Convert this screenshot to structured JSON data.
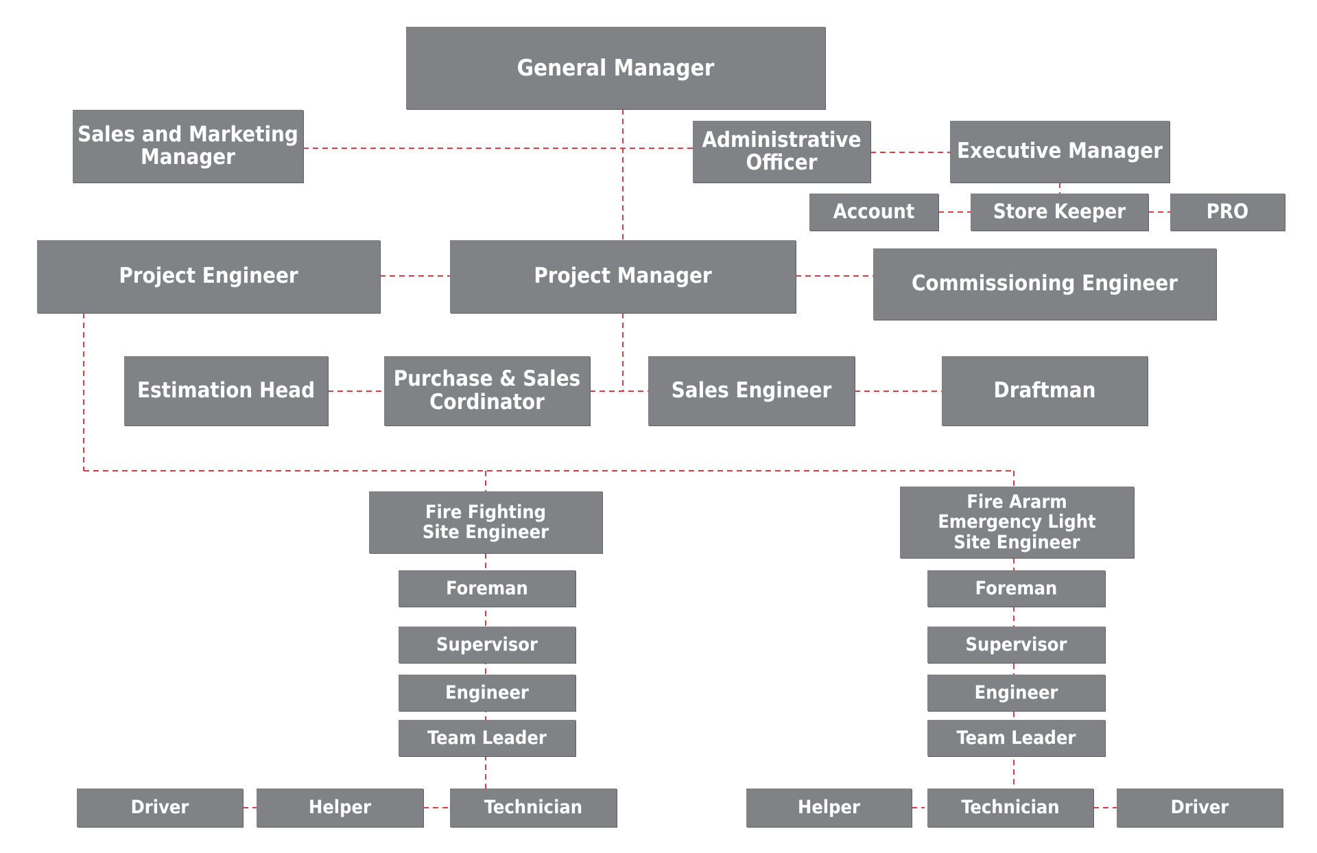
{
  "org_chart": {
    "line_color": "#e8383d",
    "box_color": "#808285",
    "text_color": "#ffffff",
    "roles": {
      "general_manager": "General Manager",
      "sales_marketing_manager": "Sales and Marketing\nManager",
      "administrative_officer": "Administrative\nOfficer",
      "executive_manager": "Executive Manager",
      "account": "Account",
      "store_keeper": "Store Keeper",
      "pro": "PRO",
      "project_engineer": "Project Engineer",
      "project_manager": "Project Manager",
      "commissioning_engineer": "Commissioning Engineer",
      "estimation_head": "Estimation Head",
      "purchase_sales_coordinator": "Purchase & Sales\nCordinator",
      "sales_engineer": "Sales Engineer",
      "draftman": "Draftman",
      "ff_site_engineer": "Fire Fighting\nSite Engineer",
      "ff_foreman": "Foreman",
      "ff_supervisor": "Supervisor",
      "ff_engineer": "Engineer",
      "ff_team_leader": "Team Leader",
      "ff_driver": "Driver",
      "ff_helper": "Helper",
      "ff_technician": "Technician",
      "fa_site_engineer": "Fire Ararm\nEmergency Light\nSite Engineer",
      "fa_foreman": "Foreman",
      "fa_supervisor": "Supervisor",
      "fa_engineer": "Engineer",
      "fa_team_leader": "Team Leader",
      "fa_helper": "Helper",
      "fa_technician": "Technician",
      "fa_driver": "Driver"
    }
  }
}
